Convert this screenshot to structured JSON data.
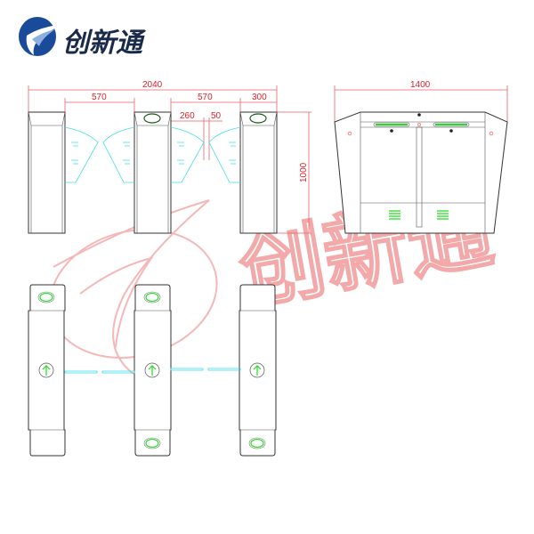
{
  "logo": {
    "text": "创新通",
    "colors": {
      "oval": "#1a4a9a",
      "text": "#1a2a4a"
    }
  },
  "watermark": {
    "text": "创新通",
    "color": "#f2a0a0"
  },
  "front_view": {
    "dimensions": {
      "overall_width": "2040",
      "passage_1": "570",
      "passage_2": "570",
      "pillar_width": "300",
      "wing_length": "260",
      "wing_gap": "50",
      "height": "1000"
    }
  },
  "side_view": {
    "dimensions": {
      "width": "1400"
    }
  },
  "colors": {
    "dimension": "#e0202a",
    "wing": "#40e0e8",
    "indicator": "#22dd22",
    "outline": "#333333"
  }
}
